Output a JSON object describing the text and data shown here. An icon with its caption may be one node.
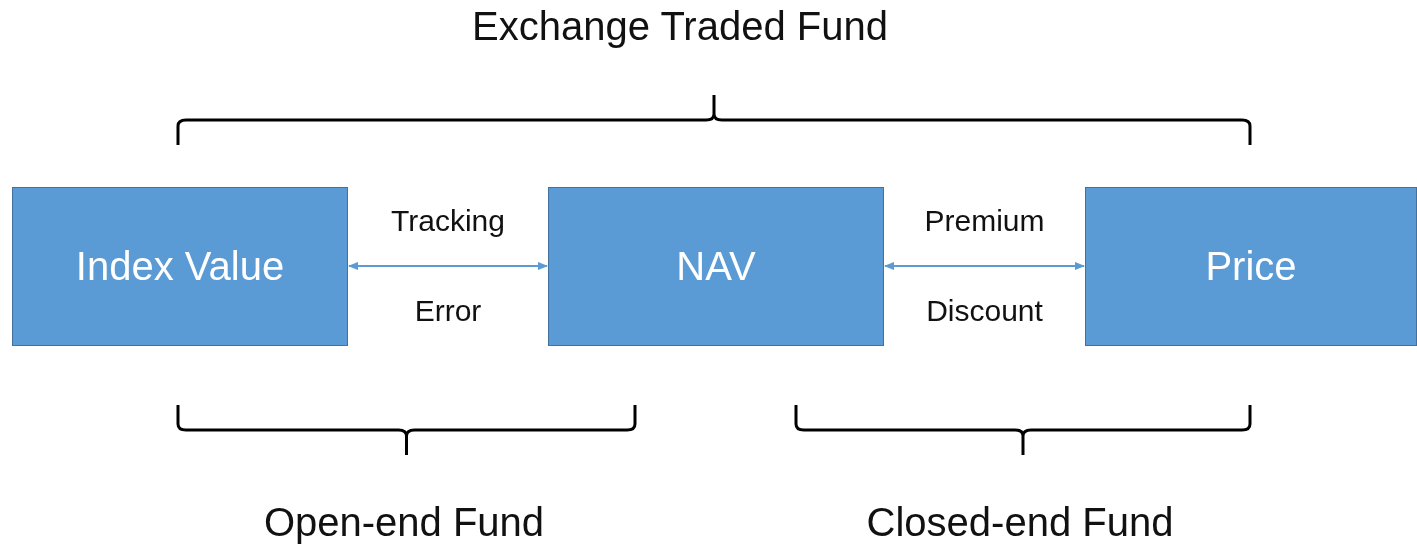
{
  "diagram": {
    "nodes": [
      {
        "text": [
          "Index Value"
        ]
      },
      {
        "text": [
          "NAV"
        ]
      },
      {
        "text": [
          "Price"
        ]
      }
    ],
    "edges": [
      {
        "from": 0,
        "to": 1,
        "arrow": "both",
        "label": "Tracking Error"
      },
      {
        "from": 1,
        "to": 2,
        "arrow": "both",
        "label": "Premium Discount"
      }
    ],
    "labels": [
      "Exchange Traded Fund",
      "Open-end Fund",
      "Closed-end Fund"
    ]
  }
}
